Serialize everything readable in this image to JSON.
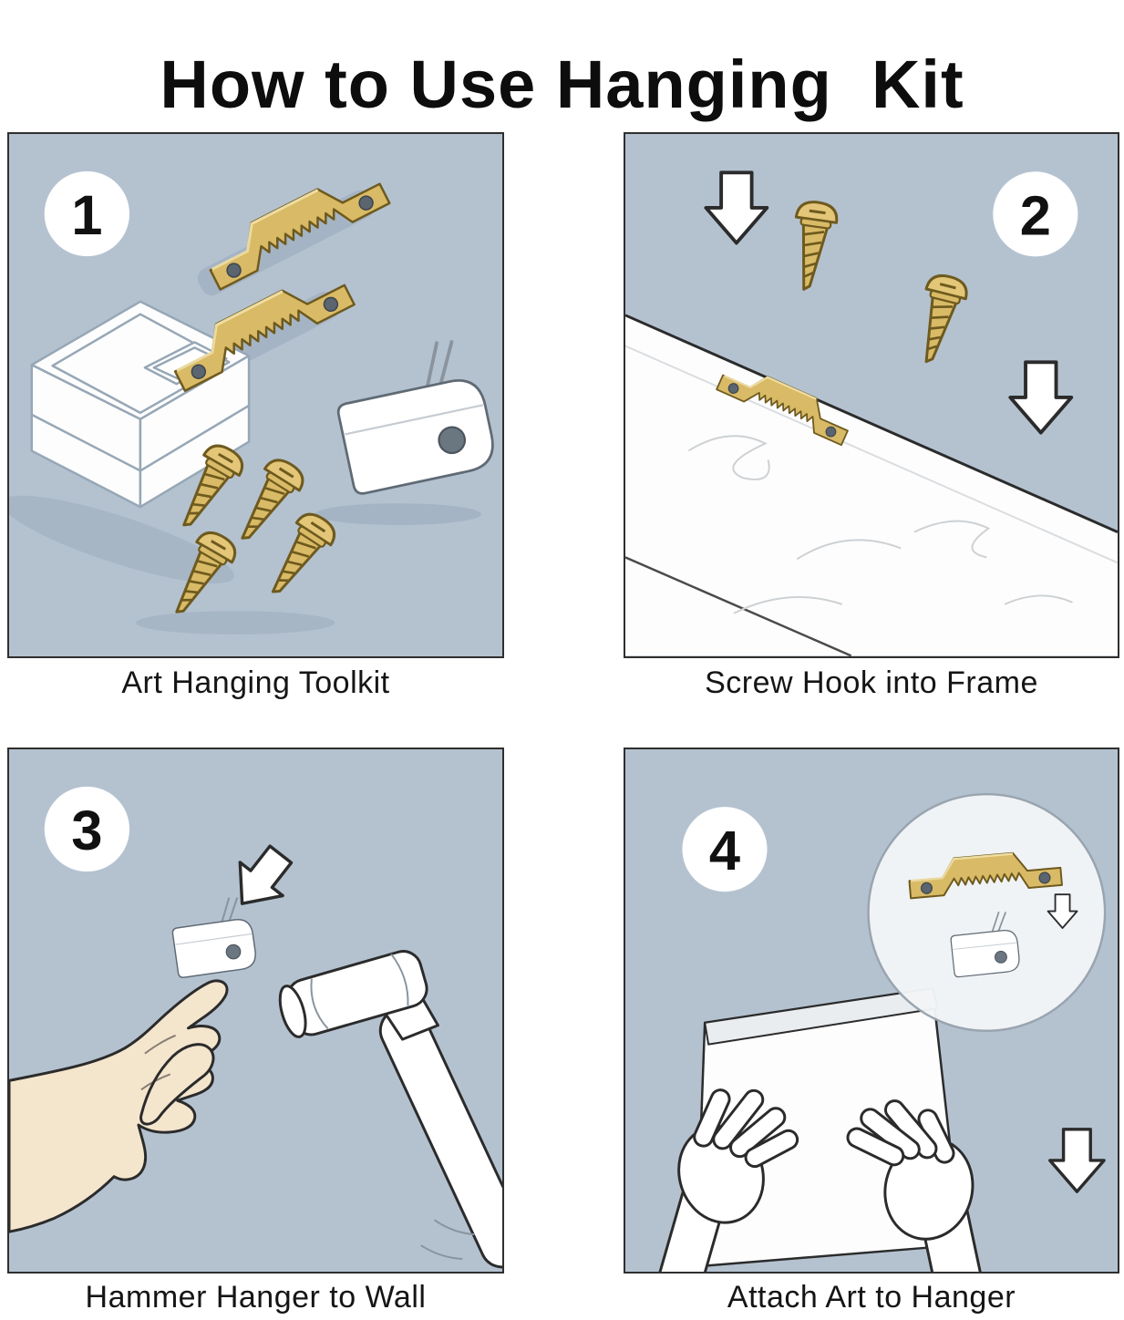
{
  "title": "How to Use Hanging  Kit",
  "colors": {
    "page_background": "#ffffff",
    "panel_background": "#b4c2d0",
    "panel_border": "#2f2f2f",
    "brass": "#d9ba66",
    "brass_outline": "#6e5a1e",
    "line_art": "#2b2b2b",
    "skin_tone": "#f4e5cd",
    "shadow": "#8fa0b2"
  },
  "steps": [
    {
      "number": "1",
      "caption": "Art Hanging Toolkit",
      "illustration": "toolkit-contents",
      "elements": [
        "sawtooth-hanger",
        "sawtooth-hanger",
        "storage-box",
        "screw",
        "screw",
        "screw",
        "screw",
        "wall-hook"
      ]
    },
    {
      "number": "2",
      "caption": "Screw Hook into Frame",
      "illustration": "hanger-on-frame",
      "elements": [
        "wood-frame",
        "sawtooth-hanger",
        "screw",
        "screw",
        "down-arrow",
        "down-arrow"
      ]
    },
    {
      "number": "3",
      "caption": "Hammer Hanger to Wall",
      "illustration": "hammering-hook",
      "elements": [
        "hand",
        "wall-hook",
        "hammer",
        "down-arrow"
      ]
    },
    {
      "number": "4",
      "caption": "Attach Art to Hanger",
      "illustration": "hanging-art",
      "elements": [
        "canvas",
        "left-hand",
        "right-hand",
        "magnified-detail",
        "sawtooth-hanger",
        "wall-hook",
        "down-arrow",
        "down-arrow"
      ]
    }
  ]
}
